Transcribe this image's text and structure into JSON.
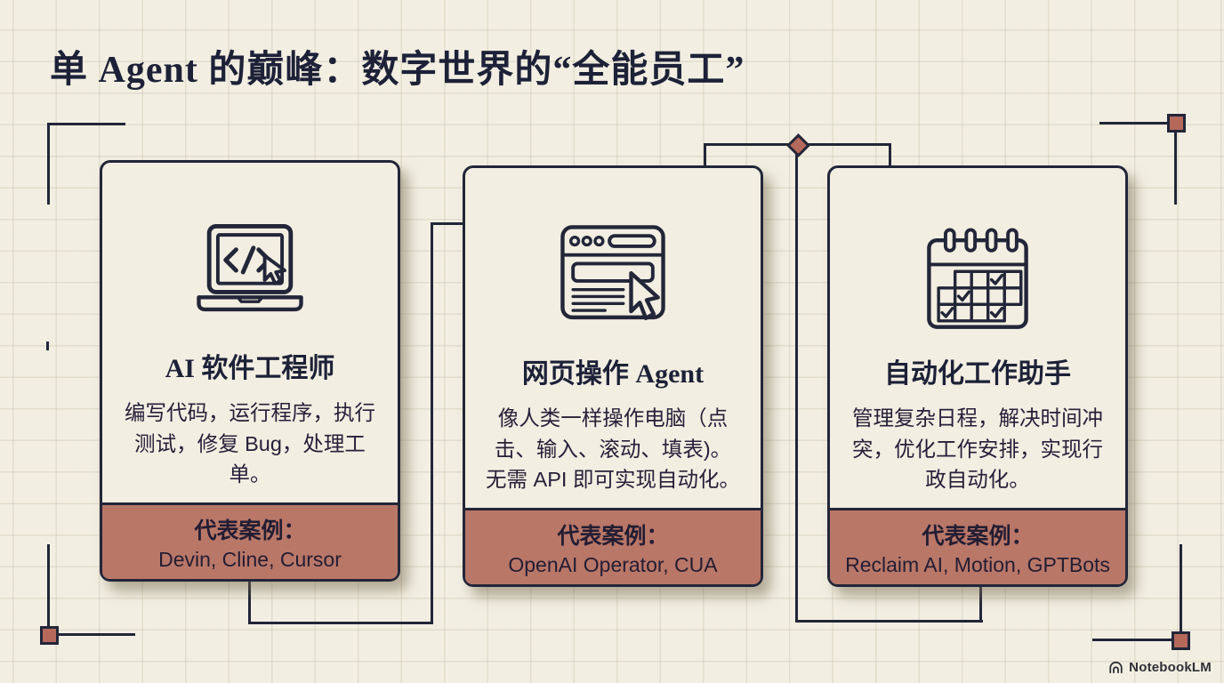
{
  "title": "单 Agent 的巅峰：数字世界的“全能员工”",
  "brand": {
    "name": "NotebookLM",
    "icon": "notebooklm-logo-icon"
  },
  "colors": {
    "background": "#f2efe2",
    "grid_line": "#c8c1a8",
    "ink": "#232639",
    "card_fill": "#f2eee1",
    "accent_terracotta": "#b97768",
    "marker_fill": "#b4695a"
  },
  "cards": [
    {
      "icon": "laptop-code-cursor-icon",
      "title": "AI 软件工程师",
      "body": "编写代码，运行程序，执行测试，修复 Bug，处理工单。",
      "examples_label": "代表案例：",
      "examples": "Devin, Cline, Cursor"
    },
    {
      "icon": "browser-cursor-icon",
      "title": "网页操作 Agent",
      "body": "像人类一样操作电脑（点击、输入、滚动、填表)。无需 API 即可实现自动化。",
      "examples_label": "代表案例：",
      "examples": "OpenAI Operator, CUA"
    },
    {
      "icon": "calendar-check-icon",
      "title": "自动化工作助手",
      "body": "管理复杂日程，解决时间冲突，优化工作安排，实现行政自动化。",
      "examples_label": "代表案例：",
      "examples": "Reclaim AI, Motion, GPTBots"
    }
  ]
}
